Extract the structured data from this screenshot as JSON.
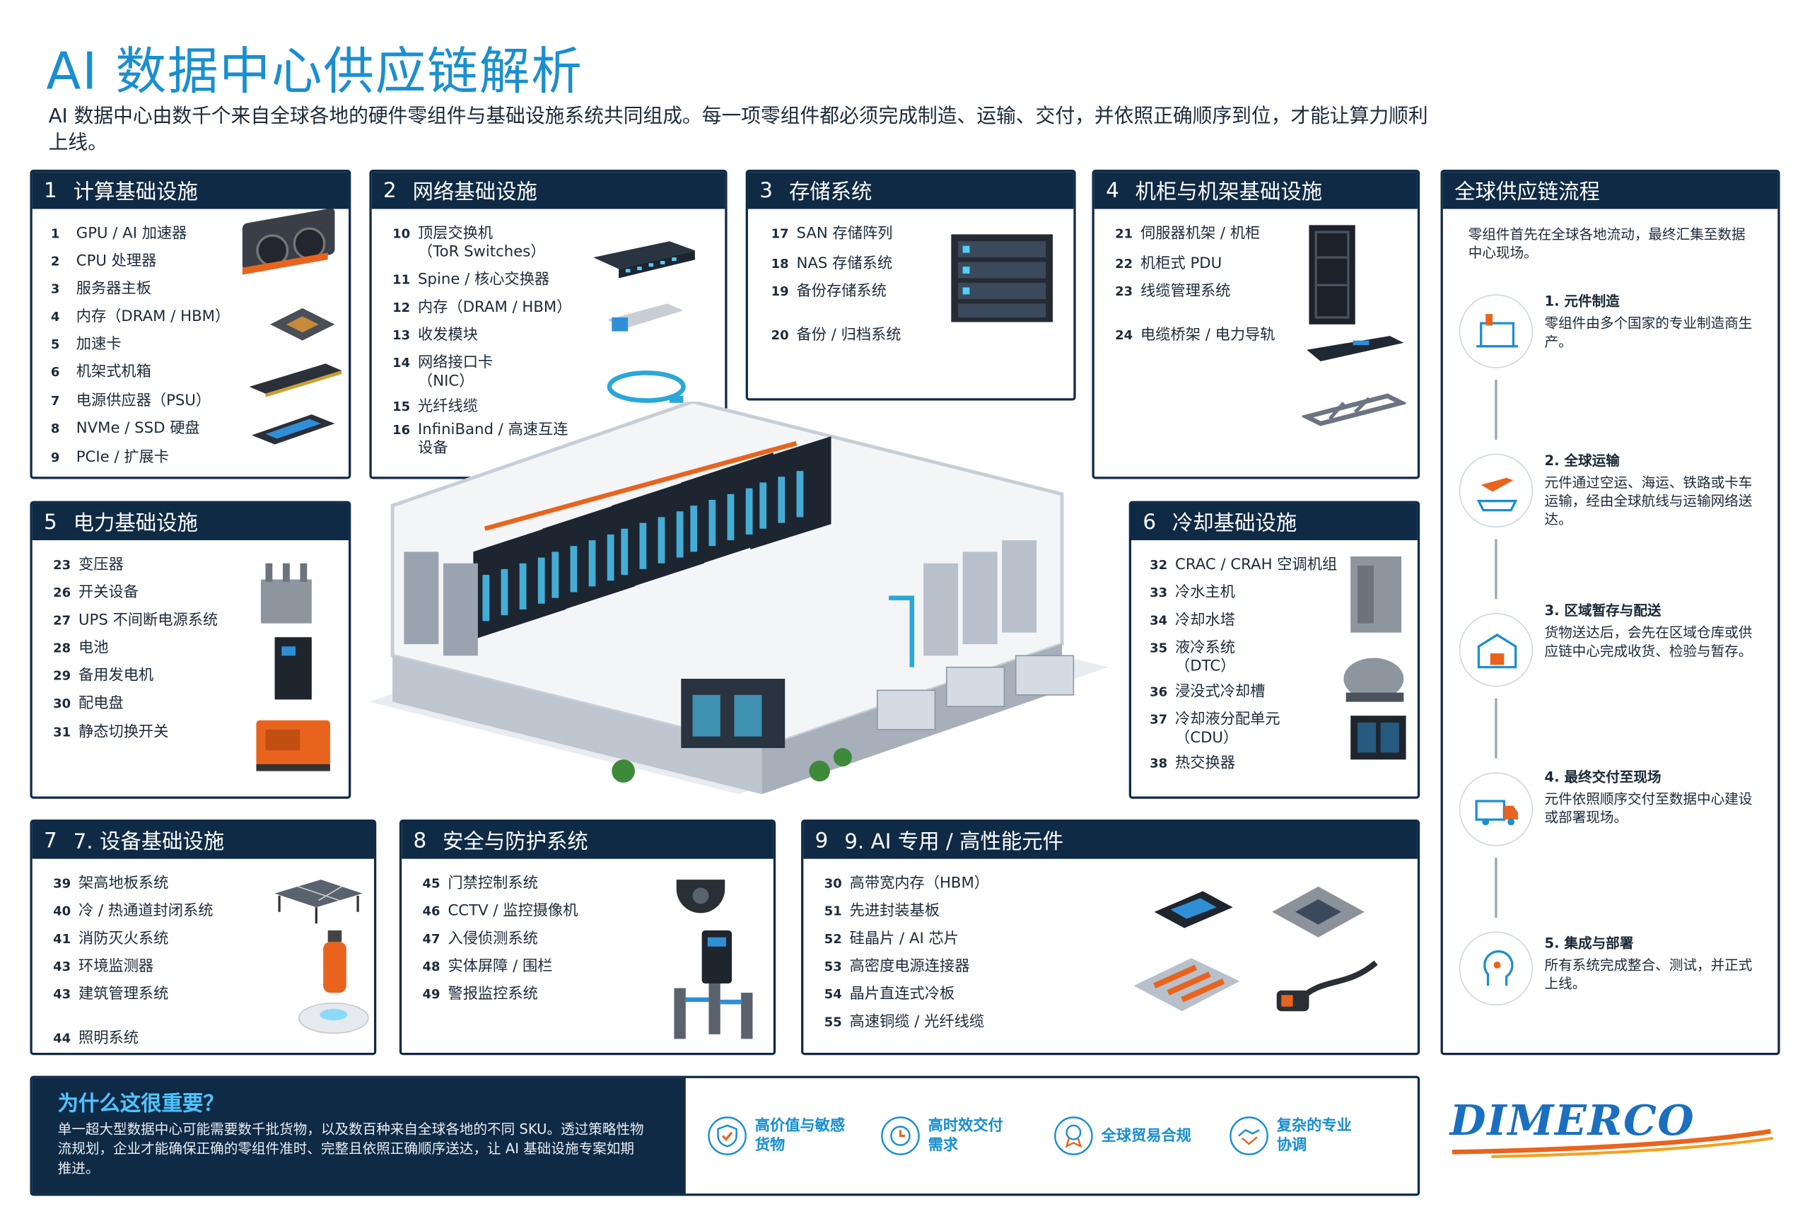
{
  "title": "AI 数据中心供应链解析",
  "intro": "AI 数据中心由数千个来自全球各地的硬件零组件与基础设施系统共同组成。每一项零组件都必须完成制造、运输、交付，并依照正确顺序到位，才能让算力顺利上线。",
  "sections": [
    {
      "num": "1",
      "title": "计算基础设施",
      "items": [
        [
          "1",
          "GPU / AI 加速器"
        ],
        [
          "2",
          "CPU 处理器"
        ],
        [
          "3",
          "服务器主板"
        ],
        [
          "4",
          "内存（DRAM / HBM）"
        ],
        [
          "5",
          "加速卡"
        ],
        [
          "6",
          "机架式机箱"
        ],
        [
          "7",
          "电源供应器（PSU）"
        ],
        [
          "8",
          "NVMe / SSD 硬盘"
        ],
        [
          "9",
          "PCIe / 扩展卡"
        ]
      ]
    },
    {
      "num": "2",
      "title": "网络基础设施",
      "items": [
        [
          "10",
          "顶层交换机",
          "（ToR Switches）"
        ],
        [
          "11",
          "Spine / 核心交换器"
        ],
        [
          "12",
          "内存（DRAM / HBM）"
        ],
        [
          "13",
          "收发模块"
        ],
        [
          "14",
          "网络接口卡",
          "（NIC）"
        ],
        [
          "15",
          "光纤线缆"
        ],
        [
          "16",
          "InfiniBand / 高速互连",
          "设备"
        ]
      ]
    },
    {
      "num": "3",
      "title": "存储系统",
      "items": [
        [
          "17",
          "SAN 存储阵列"
        ],
        [
          "18",
          "NAS 存储系统"
        ],
        [
          "19",
          "备份存储系统"
        ],
        [
          "20",
          "备份 / 归档系统"
        ]
      ]
    },
    {
      "num": "4",
      "title": "机柜与机架基础设施",
      "items": [
        [
          "21",
          "伺服器机架 / 机柜"
        ],
        [
          "22",
          "机柜式 PDU"
        ],
        [
          "23",
          "线缆管理系统"
        ],
        [
          "24",
          "电缆桥架 / 电力导轨"
        ]
      ]
    },
    {
      "num": "5",
      "title": "电力基础设施",
      "items": [
        [
          "23",
          "变压器"
        ],
        [
          "26",
          "开关设备"
        ],
        [
          "27",
          "UPS 不间断电源系统"
        ],
        [
          "28",
          "电池"
        ],
        [
          "29",
          "备用发电机"
        ],
        [
          "30",
          "配电盘"
        ],
        [
          "31",
          "静态切换开关"
        ]
      ]
    },
    {
      "num": "6",
      "title": "冷却基础设施",
      "items": [
        [
          "32",
          "CRAC / CRAH 空调机组"
        ],
        [
          "33",
          "冷水主机"
        ],
        [
          "34",
          "冷却水塔"
        ],
        [
          "35",
          "液冷系统",
          "（DTC）"
        ],
        [
          "36",
          "浸没式冷却槽"
        ],
        [
          "37",
          "冷却液分配单元",
          "（CDU）"
        ],
        [
          "38",
          "热交换器"
        ]
      ]
    },
    {
      "num": "7",
      "title": "7. 设备基础设施",
      "items": [
        [
          "39",
          "架高地板系统"
        ],
        [
          "40",
          "冷 / 热通道封闭系统"
        ],
        [
          "41",
          "消防灭火系统"
        ],
        [
          "43",
          "环境监测器"
        ],
        [
          "43",
          "建筑管理系统"
        ],
        [
          "44",
          "照明系统"
        ]
      ]
    },
    {
      "num": "8",
      "title": "安全与防护系统",
      "items": [
        [
          "45",
          "门禁控制系统"
        ],
        [
          "46",
          "CCTV / 监控摄像机"
        ],
        [
          "47",
          "入侵侦测系统"
        ],
        [
          "48",
          "实体屏障 / 围栏"
        ],
        [
          "49",
          "警报监控系统"
        ]
      ]
    },
    {
      "num": "9",
      "title": "9. AI 专用 / 高性能元件",
      "items": [
        [
          "30",
          "高带宽内存（HBM）"
        ],
        [
          "51",
          "先进封装基板"
        ],
        [
          "52",
          "硅晶片 / AI 芯片"
        ],
        [
          "53",
          "高密度电源连接器"
        ],
        [
          "54",
          "晶片直连式冷板"
        ],
        [
          "55",
          "高速铜缆 / 光纤线缆"
        ]
      ]
    }
  ],
  "flow": {
    "title": "全球供应链流程",
    "intro": "零组件首先在全球各地流动，最终汇集至数据中心现场。",
    "steps": [
      {
        "title": "1.  元件制造",
        "text": "零组件由多个国家的专业制造商生产。",
        "icon": "factory-icon"
      },
      {
        "title": "2.  全球运输",
        "text": "元件通过空运、海运、铁路或卡车运输，经由全球航线与运输网络送达。",
        "icon": "plane-ship-icon"
      },
      {
        "title": "3.  区域暂存与配送",
        "text": "货物送达后，会先在区域仓库或供应链中心完成收货、检验与暂存。",
        "icon": "warehouse-icon"
      },
      {
        "title": "4.  最终交付至现场",
        "text": "元件依照顺序交付至数据中心建设或部署现场。",
        "icon": "truck-icon"
      },
      {
        "title": "5.  集成与部署",
        "text": "所有系统完成整合、测试，并正式上线。",
        "icon": "circuit-head-icon"
      }
    ]
  },
  "why": {
    "title": "为什么这很重要？",
    "text": "单一超大型数据中心可能需要数千批货物，以及数百种来自全球各地的不同 SKU。透过策略性物流规划，企业才能确保正确的零组件准时、完整且依照正确顺序送达，让 AI 基础设施专案如期推进。",
    "features": [
      {
        "label": "高价值与敏感\n货物",
        "icon": "shield-check-icon"
      },
      {
        "label": "高时效交付\n需求",
        "icon": "clock-icon"
      },
      {
        "label": "全球贸易合规",
        "icon": "compliance-badge-icon"
      },
      {
        "label": "复杂的专业\n协调",
        "icon": "handshake-icon"
      }
    ]
  },
  "brand": "DIMERCO",
  "colors": {
    "navy": "#0f2a45",
    "accent": "#1a8fd0",
    "orange": "#e8641e",
    "rack_glow": "#4fd0ff"
  }
}
